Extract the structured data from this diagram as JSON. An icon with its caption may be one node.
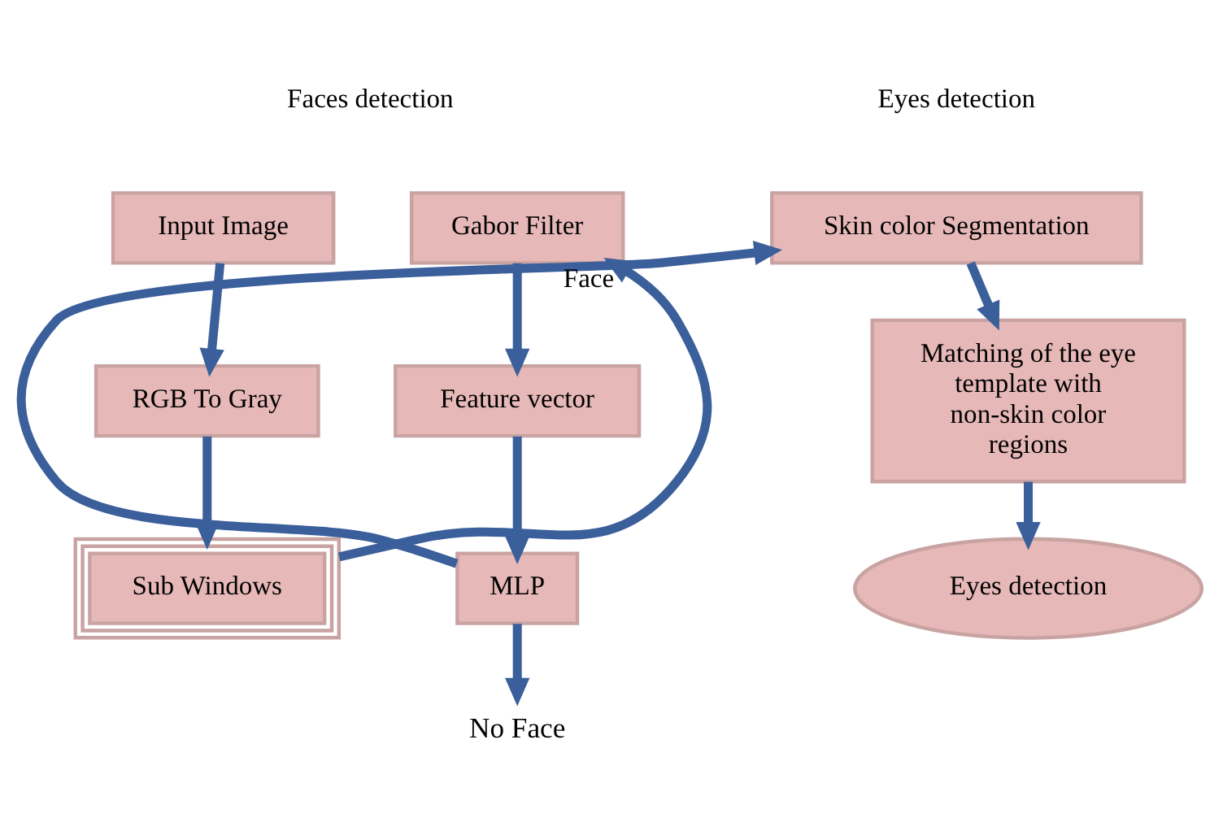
{
  "diagram": {
    "nodes": [
      {
        "text": [
          "Input Image"
        ]
      },
      {
        "text": [
          "RGB To Gray"
        ]
      },
      {
        "text": [
          "Sub Windows"
        ]
      },
      {
        "text": [
          "Gabor Filter"
        ]
      },
      {
        "text": [
          "Feature vector"
        ]
      },
      {
        "text": [
          "MLP"
        ]
      },
      {
        "text": [
          "No Face"
        ]
      },
      {
        "text": [
          "Skin color Segmentation"
        ]
      },
      {
        "text": [
          "Matching of the eye template with non-skin color regions"
        ]
      },
      {
        "text": [
          "Eyes detection"
        ]
      }
    ],
    "edges": [
      {
        "from": 0,
        "to": 1,
        "arrow": "to"
      },
      {
        "from": 1,
        "to": 2,
        "arrow": "to"
      },
      {
        "from": 2,
        "to": 3,
        "arrow": "to"
      },
      {
        "from": 3,
        "to": 4,
        "arrow": "to"
      },
      {
        "from": 4,
        "to": 5,
        "arrow": "to"
      },
      {
        "from": 5,
        "to": 6,
        "arrow": "to"
      },
      {
        "from": 5,
        "to": 7,
        "arrow": "to",
        "label": "Face"
      },
      {
        "from": 7,
        "to": 8,
        "arrow": "to"
      },
      {
        "from": 8,
        "to": 9,
        "arrow": "to"
      }
    ],
    "labels": [
      "Faces detection",
      "Eyes detection"
    ]
  }
}
